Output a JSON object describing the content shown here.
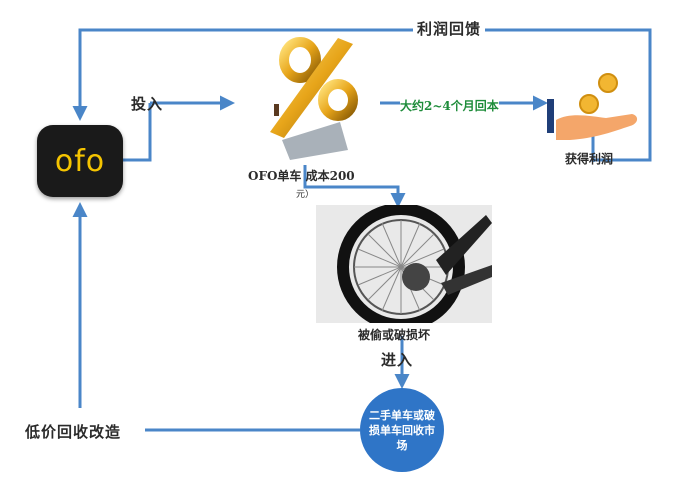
{
  "labels": {
    "profit_feedback": "利润回馈",
    "invest": "投入",
    "payback": "大约2~4个月回本",
    "cost": "OFO单车 成本200",
    "cost_unit": "元）",
    "gain_profit": "获得利润",
    "stolen_damaged": "被偷或破损坏",
    "enter": "进入",
    "low_price_recycle": "低价回收改造",
    "market": "二手单车或破损单车回收市场",
    "app_logo": "ofo"
  },
  "colors": {
    "arrow": "#4a86c8",
    "payback_text": "#1e8c3a",
    "market_circle": "#2f75c7",
    "app_bg": "#1a1a1a",
    "app_text": "#f5c400"
  },
  "icons": {
    "percent": "percent-icon",
    "profit": "hand-coins-icon",
    "wheel": "bicycle-wheel-photo"
  }
}
